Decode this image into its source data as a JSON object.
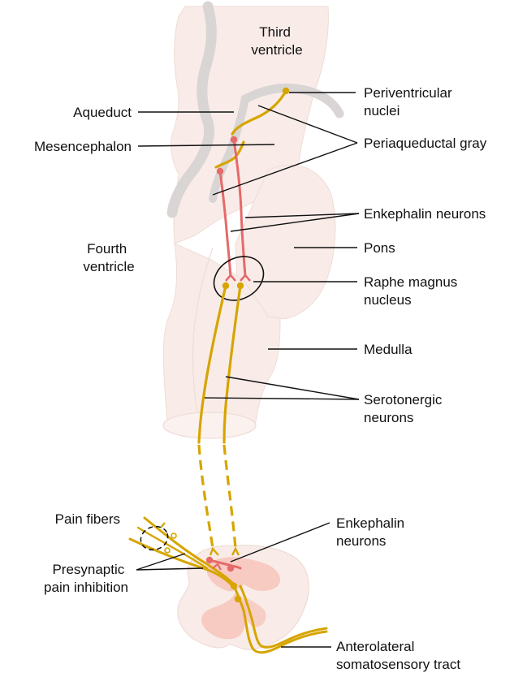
{
  "labels": {
    "third_ventricle": [
      "Third",
      "ventricle"
    ],
    "periventricular_nuclei": [
      "Periventricular",
      "nuclei"
    ],
    "aqueduct": "Aqueduct",
    "mesencephalon": "Mesencephalon",
    "periaqueductal_gray": "Periaqueductal gray",
    "enkephalin_neurons_upper": "Enkephalin neurons",
    "fourth_ventricle": [
      "Fourth",
      "ventricle"
    ],
    "pons": "Pons",
    "raphe_magnus_nucleus": [
      "Raphe magnus",
      "nucleus"
    ],
    "medulla": "Medulla",
    "serotonergic_neurons": [
      "Serotonergic",
      "neurons"
    ],
    "pain_fibers": "Pain fibers",
    "enkephalin_neurons_lower": [
      "Enkephalin",
      "neurons"
    ],
    "presynaptic_pain_inhibition": [
      "Presynaptic",
      "pain inhibition"
    ],
    "anterolateral_tract": [
      "Anterolateral",
      "somatosensory tract"
    ]
  },
  "colors": {
    "brain_tissue": "#f9ece8",
    "tissue_outline": "#eedcd6",
    "ventricle_gray": "#d9d5d4",
    "serotonergic_neuron": "#d6a500",
    "enkephalin_neuron": "#e66a6a",
    "gray_matter_pink": "#f6c2b8",
    "leader_line": "#111111"
  }
}
